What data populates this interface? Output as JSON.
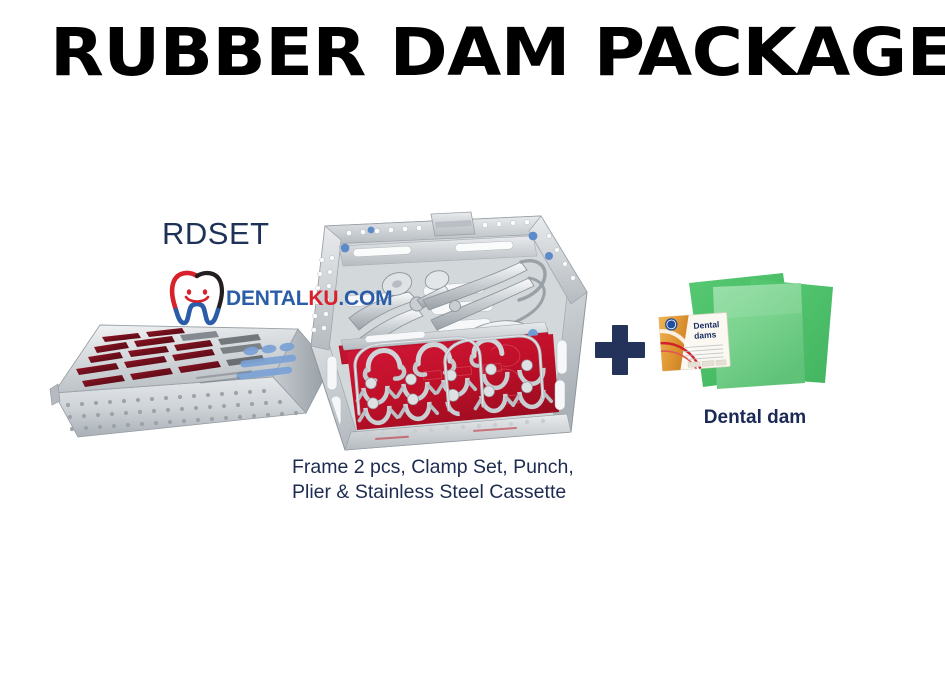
{
  "header": {
    "title": "RUBBER DAM PACKAGE"
  },
  "product": {
    "code": "RDSET",
    "set_caption_line1": "Frame 2 pcs, Clamp Set, Punch,",
    "set_caption_line2": "Plier & Stainless Steel Cassette",
    "dam_caption": "Dental dam",
    "plus_symbol": "+"
  },
  "brand": {
    "word_part1": "DENTAL",
    "word_part2": "KU",
    "word_part3": ".COM",
    "blue": "#2a5ca8",
    "red": "#d8212a"
  },
  "dam_box": {
    "label_line1": "Dental",
    "label_line2": "dams"
  },
  "colors": {
    "title_black": "#000000",
    "navy": "#1e3258",
    "plus_navy": "#23335a",
    "steel_light": "#e8eaec",
    "steel_mid": "#c3c8cd",
    "steel_dark": "#8e969d",
    "clamp_mat_red": "#c2122c",
    "dark_red": "#7d1322",
    "accent_blue": "#4f7fc4",
    "dam_green_back": "#4dc268",
    "dam_green_front": "#7ed492",
    "box_gold": "#e8a23a",
    "background": "#ffffff"
  }
}
